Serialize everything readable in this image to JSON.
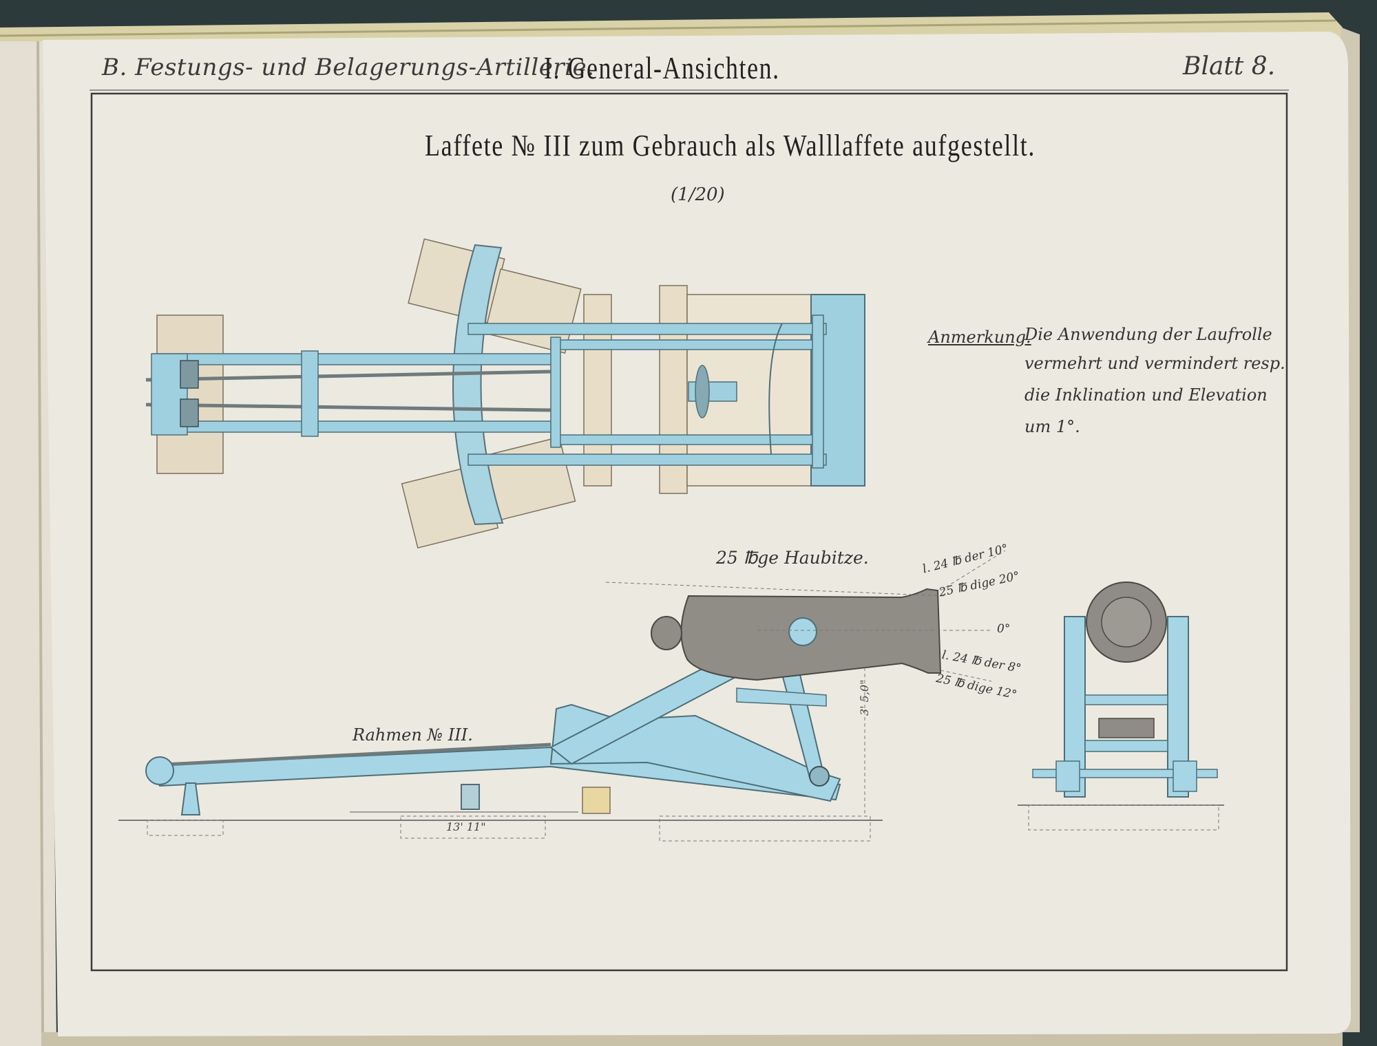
{
  "header": {
    "section": "B. Festungs- und Belagerungs-Artillerie.",
    "chapter": "I. General-Ansichten.",
    "plate": "Blatt 8."
  },
  "plate": {
    "title": "Laffete № III zum Gebrauch als Walllaffete aufgestellt.",
    "scale": "(1/20)"
  },
  "note": {
    "heading": "Anmerkung.",
    "lines": [
      "Die Anwendung der Laufrolle",
      "vermehrt und vermindert resp.",
      "die Inklination und Elevation",
      "um 1°."
    ]
  },
  "labels": {
    "howitzer": "25 ℔ge Haubitze.",
    "frame": "Rahmen № III.",
    "height_dim": "3' 5,0\"",
    "length_dim": "13' 11\""
  },
  "angles": [
    "l. 24 ℔ der 10°",
    "25 ℔ dige 20°",
    "0°",
    "l. 24 ℔ der 8°",
    "25 ℔ dige 12°"
  ],
  "colors": {
    "paper": "#ece9e0",
    "metal_blue": "#9fd0df",
    "wood": "#e6dcc6",
    "bronze": "#8e8b85",
    "ink": "#3a3a3a"
  }
}
